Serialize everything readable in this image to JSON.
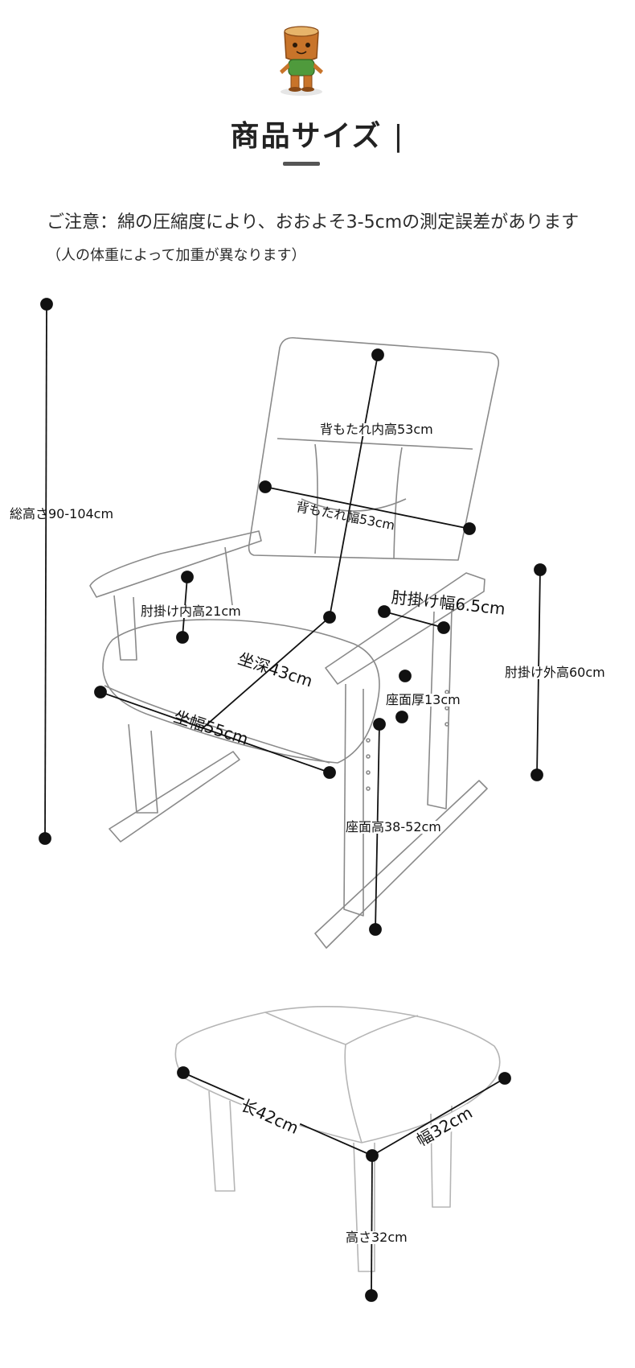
{
  "header": {
    "title": "商品サイズ",
    "title_bar": "|"
  },
  "note": {
    "main": "ご注意：綿の圧縮度により、おおよそ3-5cmの測定誤差があります",
    "sub": "（人の体重によって加重が異なります）"
  },
  "chair": {
    "total_height": "総高さ90-104cm",
    "back_inner_height": "背もたれ内高53cm",
    "back_width": "背もたれ幅53cm",
    "armrest_inner_height": "肘掛け内高21cm",
    "armrest_width": "肘掛け幅6.5cm",
    "seat_depth": "坐深43cm",
    "seat_thickness": "座面厚13cm",
    "seat_width": "坐幅55cm",
    "armrest_outer_height": "肘掛け外高60cm",
    "seat_height": "座面高38-52cm"
  },
  "ottoman": {
    "length": "长42cm",
    "width": "幅32cm",
    "height": "高さ32cm"
  },
  "colors": {
    "mascot_body": "#c8742a",
    "mascot_shirt": "#4f9a3c",
    "line": "#111111",
    "sketch": "#8a8a8a"
  }
}
